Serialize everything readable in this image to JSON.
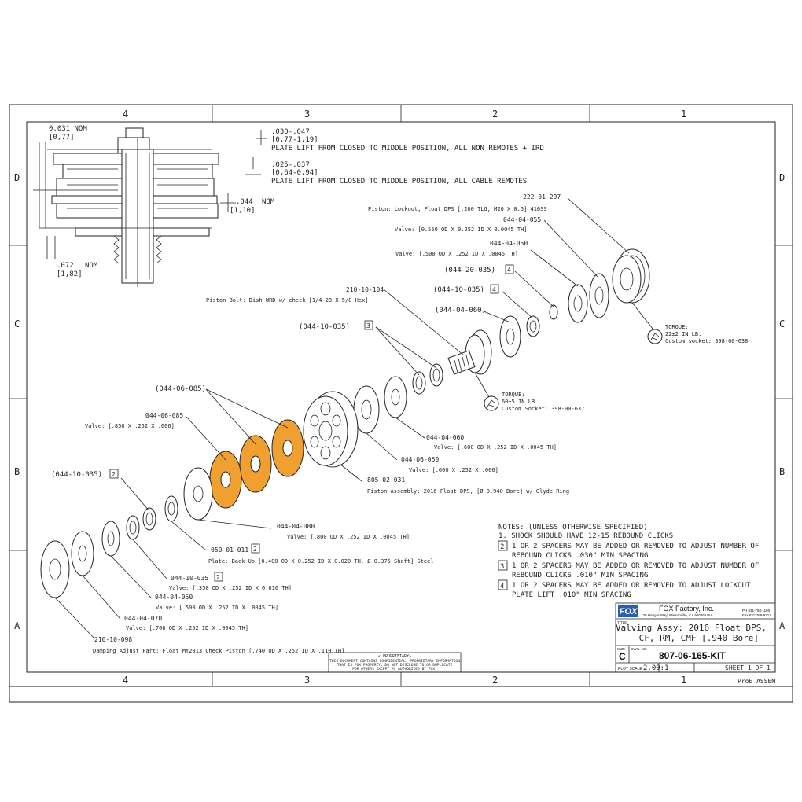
{
  "frame": {
    "columns": [
      "4",
      "3",
      "2",
      "1"
    ],
    "rows": [
      "D",
      "C",
      "B",
      "A"
    ]
  },
  "section_dims": {
    "d1": "0.031 NOM",
    "d1_mm": "[0,77]",
    "d2": ".030-.047",
    "d2_mm": "[0,77-1,19]",
    "d2_note": "PLATE LIFT FROM CLOSED TO MIDDLE POSITION, ALL NON REMOTES + IRD",
    "d3": ".025-.037",
    "d3_mm": "[0,64-0,94]",
    "d3_note": "PLATE LIFT FROM CLOSED TO MIDDLE POSITION, ALL CABLE REMOTES",
    "d4": ".044",
    "d4_nom": "NOM",
    "d4_mm": "[1,10]",
    "d5": ".072",
    "d5_nom": "NOM",
    "d5_mm": "[1,82]"
  },
  "parts": [
    {
      "pn": "222-01-297",
      "desc": "Piston: Lockout, Float DPS [.200 TLG, M20 X 0.5] 416SS"
    },
    {
      "pn": "044-04-055",
      "desc": "Valve: [0.550 OD X 0.252 ID X 0.0045 TH]"
    },
    {
      "pn": "044-04-050",
      "desc": "Valve: [.500 OD X .252 ID X .0045 TH]"
    },
    {
      "pn": "(044-20-035)",
      "flag": "4"
    },
    {
      "pn": "(044-10-035)",
      "flag": "4"
    },
    {
      "pn": "(044-04-060)"
    },
    {
      "pn": "210-10-104",
      "desc": "Piston Bolt: Dish WRD w/ check [1/4-28 X 5/8 Hex]"
    },
    {
      "pn": "(044-10-035)",
      "flag": "3"
    },
    {
      "pn": "(044-06-085)"
    },
    {
      "pn": "044-06-085",
      "desc": "Valve: [.850 X .252 X .006]"
    },
    {
      "pn": "044-04-060",
      "desc": "Valve: [.600 OD X .252 ID X .0045 TH]"
    },
    {
      "pn": "044-06-060",
      "desc": "Valve: [.600 X .252 X .006]"
    },
    {
      "pn": "805-02-031",
      "desc": "Piston Assembly: 2016 Float DPS, [Ø 0.940 Bore] w/ Glyde Ring"
    },
    {
      "pn": "(044-10-035)",
      "flag": "2"
    },
    {
      "pn": "044-04-080",
      "desc": "Valve: [.800 OD X .252 ID X .0045 TH]"
    },
    {
      "pn": "050-01-011",
      "flag": "2",
      "desc": "Plate: Back-Up [0.400 OD X 0.252 ID X 0.020 TH, Ø 0.375 Shaft] Steel"
    },
    {
      "pn": "044-10-035",
      "flag": "2",
      "desc": "Valve: [.350 OD X .252 ID X 0.010 TH]"
    },
    {
      "pn": "044-04-050",
      "desc": "Valve: [.500 OD X .252 ID X .0045 TH]"
    },
    {
      "pn": "044-04-070",
      "desc": "Valve: [.700 OD X .252 ID X .0045 TH]"
    },
    {
      "pn": "210-10-098",
      "desc": "Damping Adjust Part: Float MY2013 Check Piston [.740 OD X .252 ID X .110 TH]"
    }
  ],
  "torque": [
    {
      "title": "TORQUE:",
      "value": "22±2 IN LB.",
      "socket": "Custom socket: 398-00-638"
    },
    {
      "title": "TORQUE:",
      "value": "60±5 IN LB.",
      "socket": "Custom Socket: 398-00-637"
    }
  ],
  "notes": {
    "header": "NOTES: (UNLESS OTHERWISE SPECIFIED)",
    "n1": "1.  SHOCK SHOULD HAVE 12-15 REBOUND CLICKS",
    "n2a": "1 OR 2 SPACERS MAY BE ADDED OR REMOVED TO ADJUST NUMBER OF",
    "n2b": "REBOUND CLICKS .030\" MIN SPACING",
    "n3a": "1 OR 2 SPACERS MAY BE ADDED OR REMOVED TO ADJUST NUMBER OF",
    "n3b": "REBOUND CLICKS .010\" MIN SPACING",
    "n4a": "1 OR 2 SPACERS MAY BE ADDED OR REMOVED TO ADJUST LOCKOUT",
    "n4b": "PLATE LIFT .010\" MIN SPACING",
    "f2": "2",
    "f3": "3",
    "f4": "4"
  },
  "title_block": {
    "logo": "FOX",
    "company": "FOX Factory, Inc.",
    "address": "130 Hangar Way, Watsonville, CA 95076 USA",
    "ph": "PH 831-768-1100",
    "fax": "Fax 831-768-9312",
    "title_lbl": "TITLE",
    "title1": "Valving Assy: 2016 Float DPS,",
    "title2": "CF, RM, CMF [.940 Bore]",
    "size_lbl": "SIZE",
    "size": "C",
    "dwg_lbl": "DWG. NO.",
    "dwg_no": "807-06-165-KIT",
    "scale_lbl": "PLOT SCALE",
    "scale": "2.00:1",
    "sheet": "SHEET 1 OF 1",
    "proe": "ProE ASSEM"
  },
  "proprietary": {
    "title": "« PROPRIETARY»",
    "l1": "THIS DOCUMENT CONTAINS CONFIDENTIAL, PROPRIETARY INFORMATION",
    "l2": "THAT IS FOX PROPERTY.  DO NOT DISCLOSE TO OR DUPLICATE",
    "l3": "FOR OTHERS EXCEPT AS AUTHORIZED BY FOX."
  },
  "colors": {
    "highlight": "#f0a030",
    "line": "#222222"
  }
}
